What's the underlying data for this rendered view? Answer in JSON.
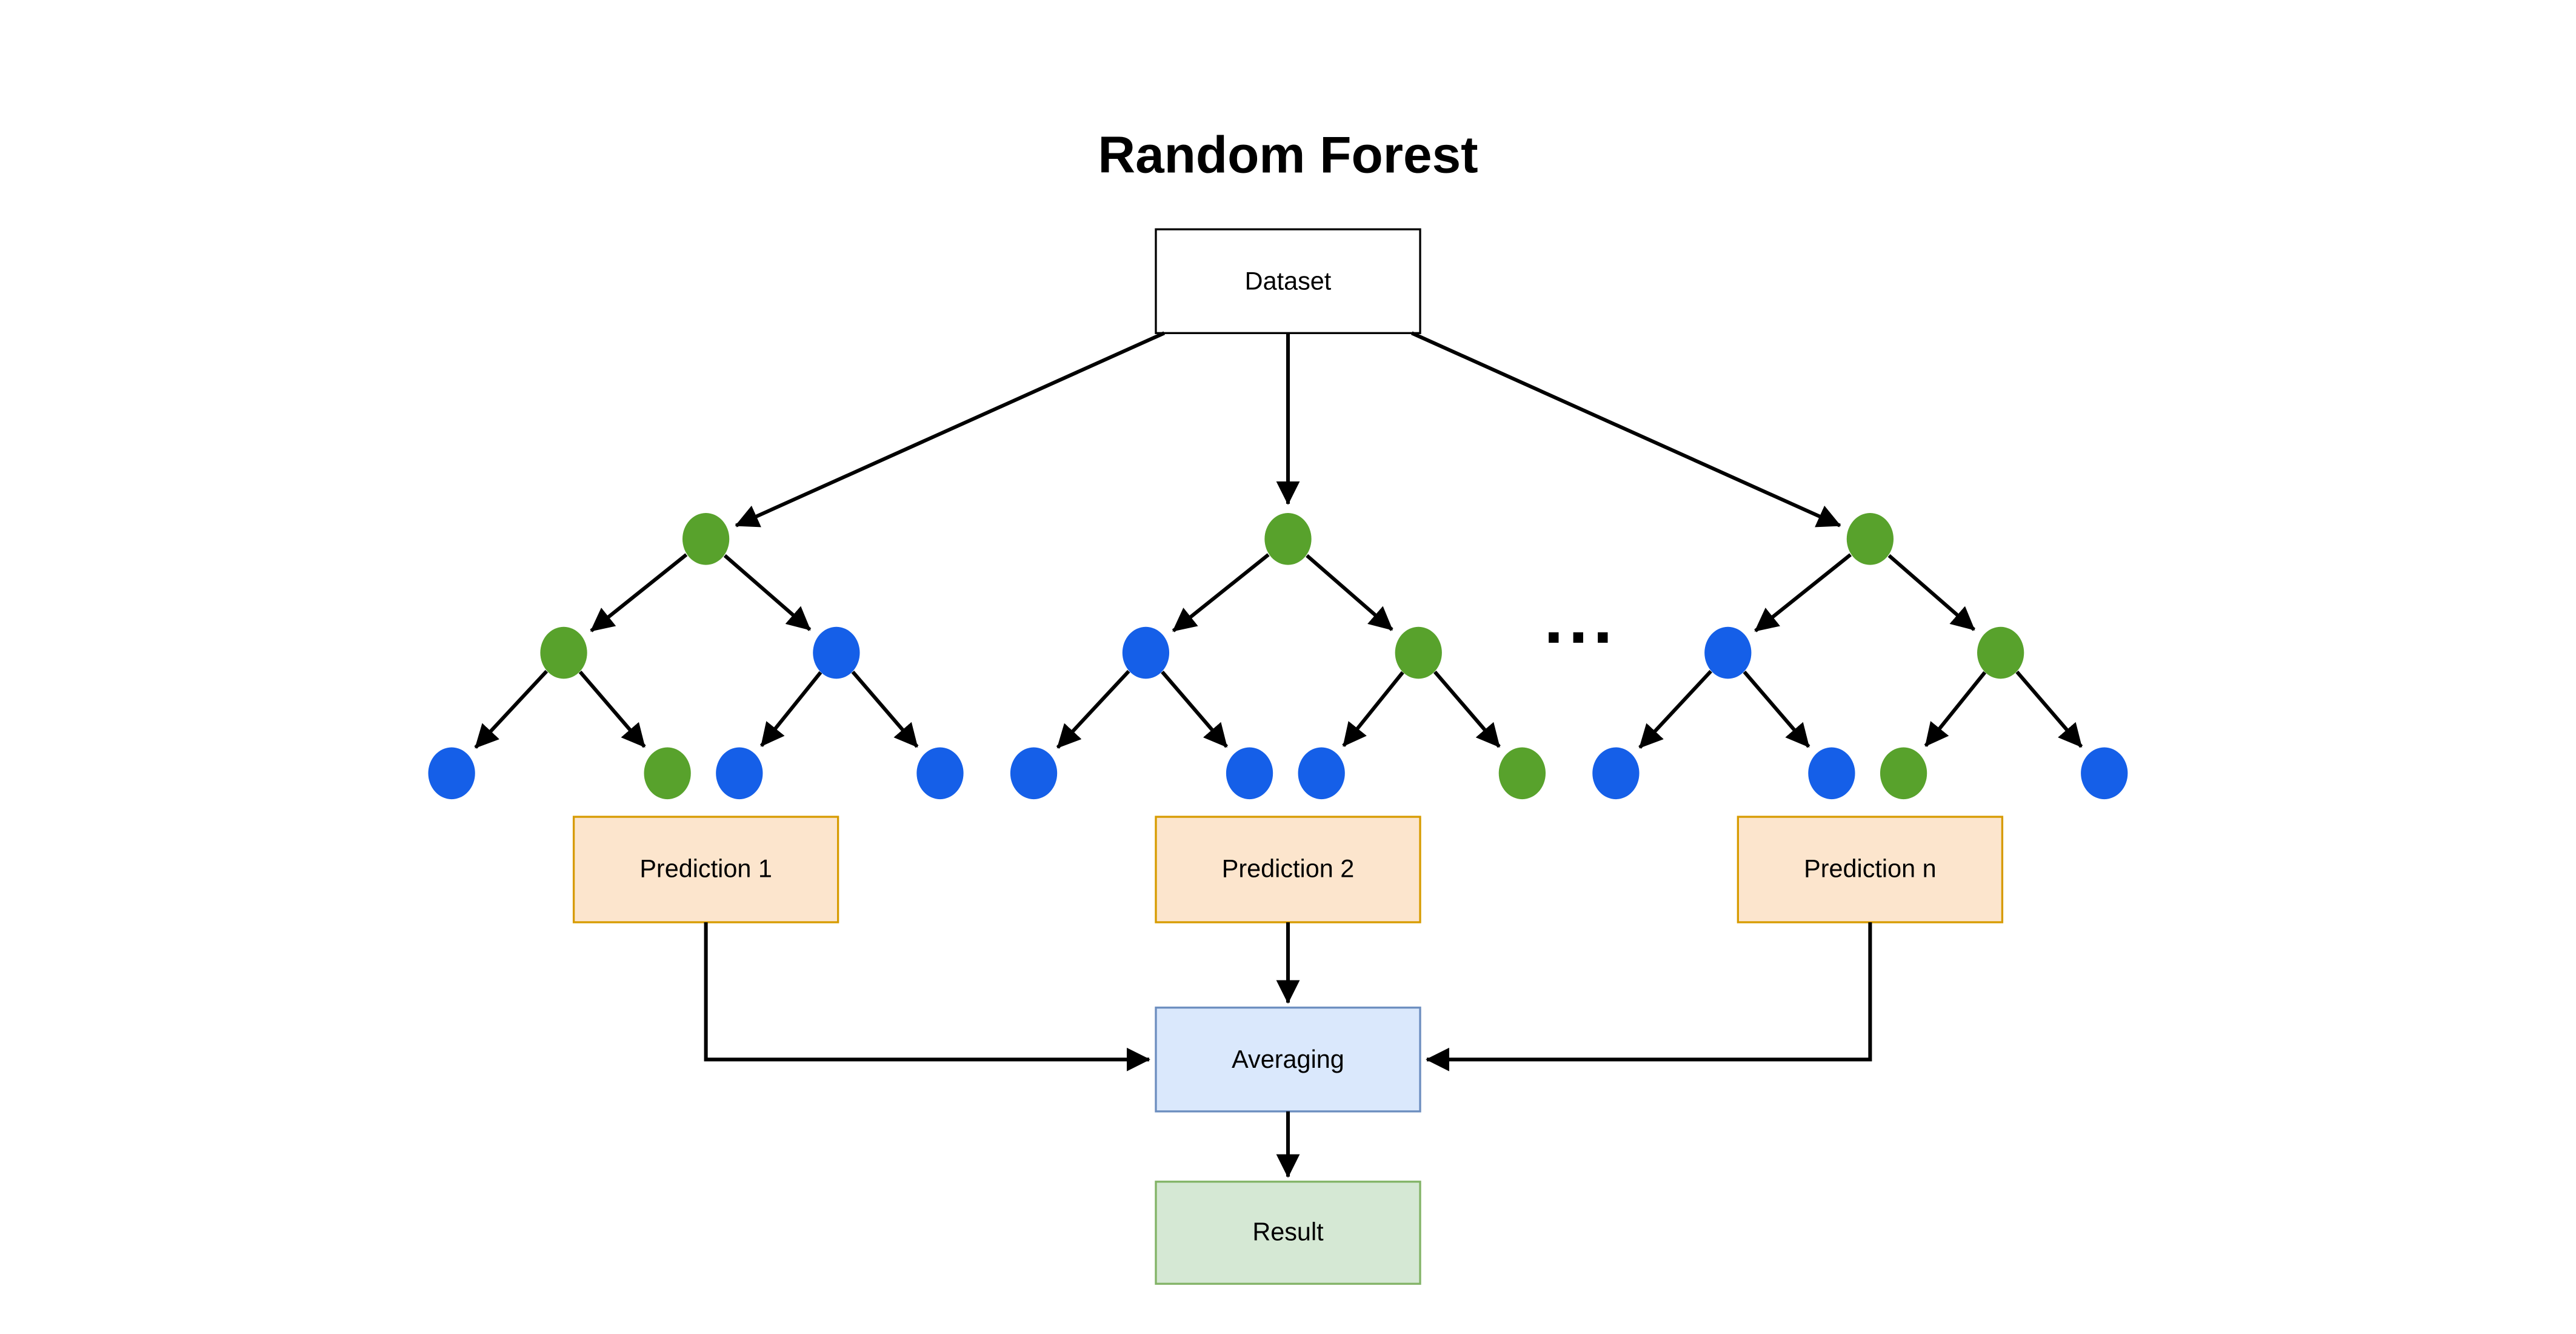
{
  "title": "Random Forest",
  "dataset": {
    "label": "Dataset"
  },
  "ellipsis": "...",
  "predictions": [
    {
      "label": "Prediction 1"
    },
    {
      "label": "Prediction 2"
    },
    {
      "label": "Prediction n"
    }
  ],
  "averaging": {
    "label": "Averaging"
  },
  "result": {
    "label": "Result"
  },
  "colors": {
    "node_green": "#58A22C",
    "node_blue": "#155FE8",
    "arrow": "#000000",
    "dataset_fill": "#FFFFFF",
    "dataset_border": "#000000",
    "prediction_fill": "#FCE5CD",
    "prediction_border": "#D79B00",
    "averaging_fill": "#DAE8FC",
    "averaging_border": "#6C8EBF",
    "result_fill": "#D5E8D4",
    "result_border": "#82B366"
  },
  "trees": [
    {
      "root": "green",
      "children": [
        {
          "color": "green",
          "leaves": [
            "blue",
            "green"
          ]
        },
        {
          "color": "blue",
          "leaves": [
            "blue",
            "blue"
          ]
        }
      ]
    },
    {
      "root": "green",
      "children": [
        {
          "color": "blue",
          "leaves": [
            "blue",
            "blue"
          ]
        },
        {
          "color": "green",
          "leaves": [
            "blue",
            "green"
          ]
        }
      ]
    },
    {
      "root": "green",
      "children": [
        {
          "color": "blue",
          "leaves": [
            "blue",
            "blue"
          ]
        },
        {
          "color": "green",
          "leaves": [
            "green",
            "blue"
          ]
        }
      ]
    }
  ]
}
